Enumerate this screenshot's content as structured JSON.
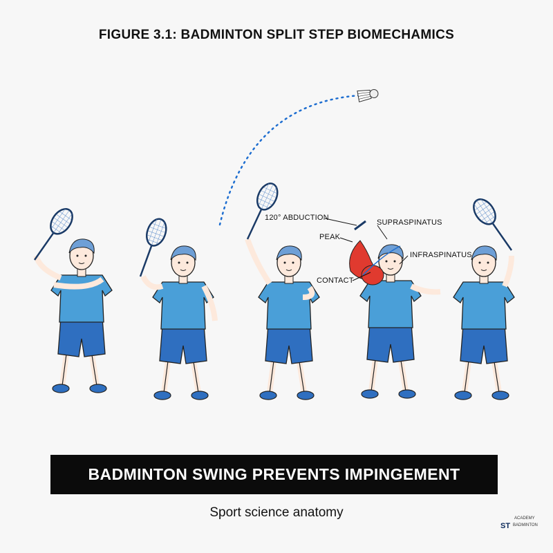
{
  "figure_title": "FIGURE 3.1: BADMINTON SPLIT STEP BIOMECHAMICS",
  "labels": {
    "abduction": "120° ABDUCTION",
    "peak": "PEAK",
    "contact": "CONTACT",
    "supraspinatus": "SUPRASPINATUS",
    "infraspinatus": "INFRASPINATUS"
  },
  "banner": "BADMINTON SWING PREVENTS IMPINGEMENT",
  "subtitle": "Sport science anatomy",
  "logo": {
    "top": "ACADEMY",
    "mark": "ST",
    "bottom": "BADMINTON"
  },
  "colors": {
    "shirt": "#4a9fd8",
    "shorts": "#2f6fc0",
    "skin": "#fde9dc",
    "hair": "#6e9fd6",
    "muscle_highlight": "#e03a2f",
    "trajectory": "#1e6ed0",
    "banner_bg": "#0b0b0b"
  }
}
